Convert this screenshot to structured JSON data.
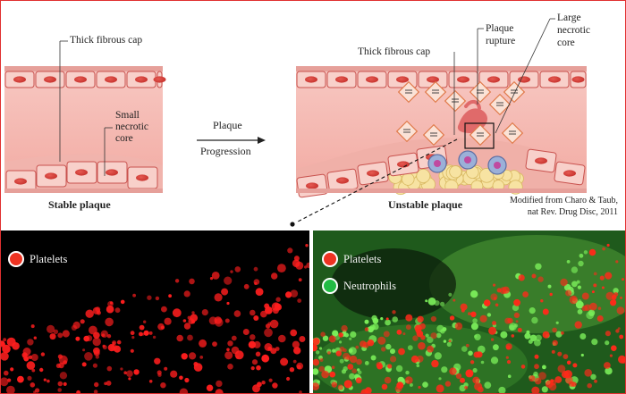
{
  "stable": {
    "title": "Stable plaque",
    "cap_label": "Thick fibrous cap",
    "core_label": [
      "Small",
      "necrotic",
      "core"
    ]
  },
  "progression": {
    "line1": "Plaque",
    "line2": "Progression"
  },
  "unstable": {
    "title": "Unstable plaque",
    "cap_label": "Thick fibrous cap",
    "rupture_label": [
      "Plaque",
      "rupture"
    ],
    "core_label": [
      "Large",
      "necrotic",
      "core"
    ]
  },
  "credit": {
    "line1": "Modified from Charo & Taub,",
    "line2": "nat Rev. Drug Disc, 2011"
  },
  "micro_left": {
    "legend": [
      {
        "label": "Platelets",
        "color": "#ee3322"
      }
    ]
  },
  "micro_right": {
    "legend": [
      {
        "label": "Platelets",
        "color": "#ee3322"
      },
      {
        "label": "Neutrophils",
        "color": "#22bb44"
      }
    ]
  },
  "colors": {
    "border": "#e03030",
    "endothelium": "#f6c9c3",
    "nucleus": "#d9443f",
    "lumen": "#f4b3ac",
    "lipid": "#f7e3a2"
  }
}
